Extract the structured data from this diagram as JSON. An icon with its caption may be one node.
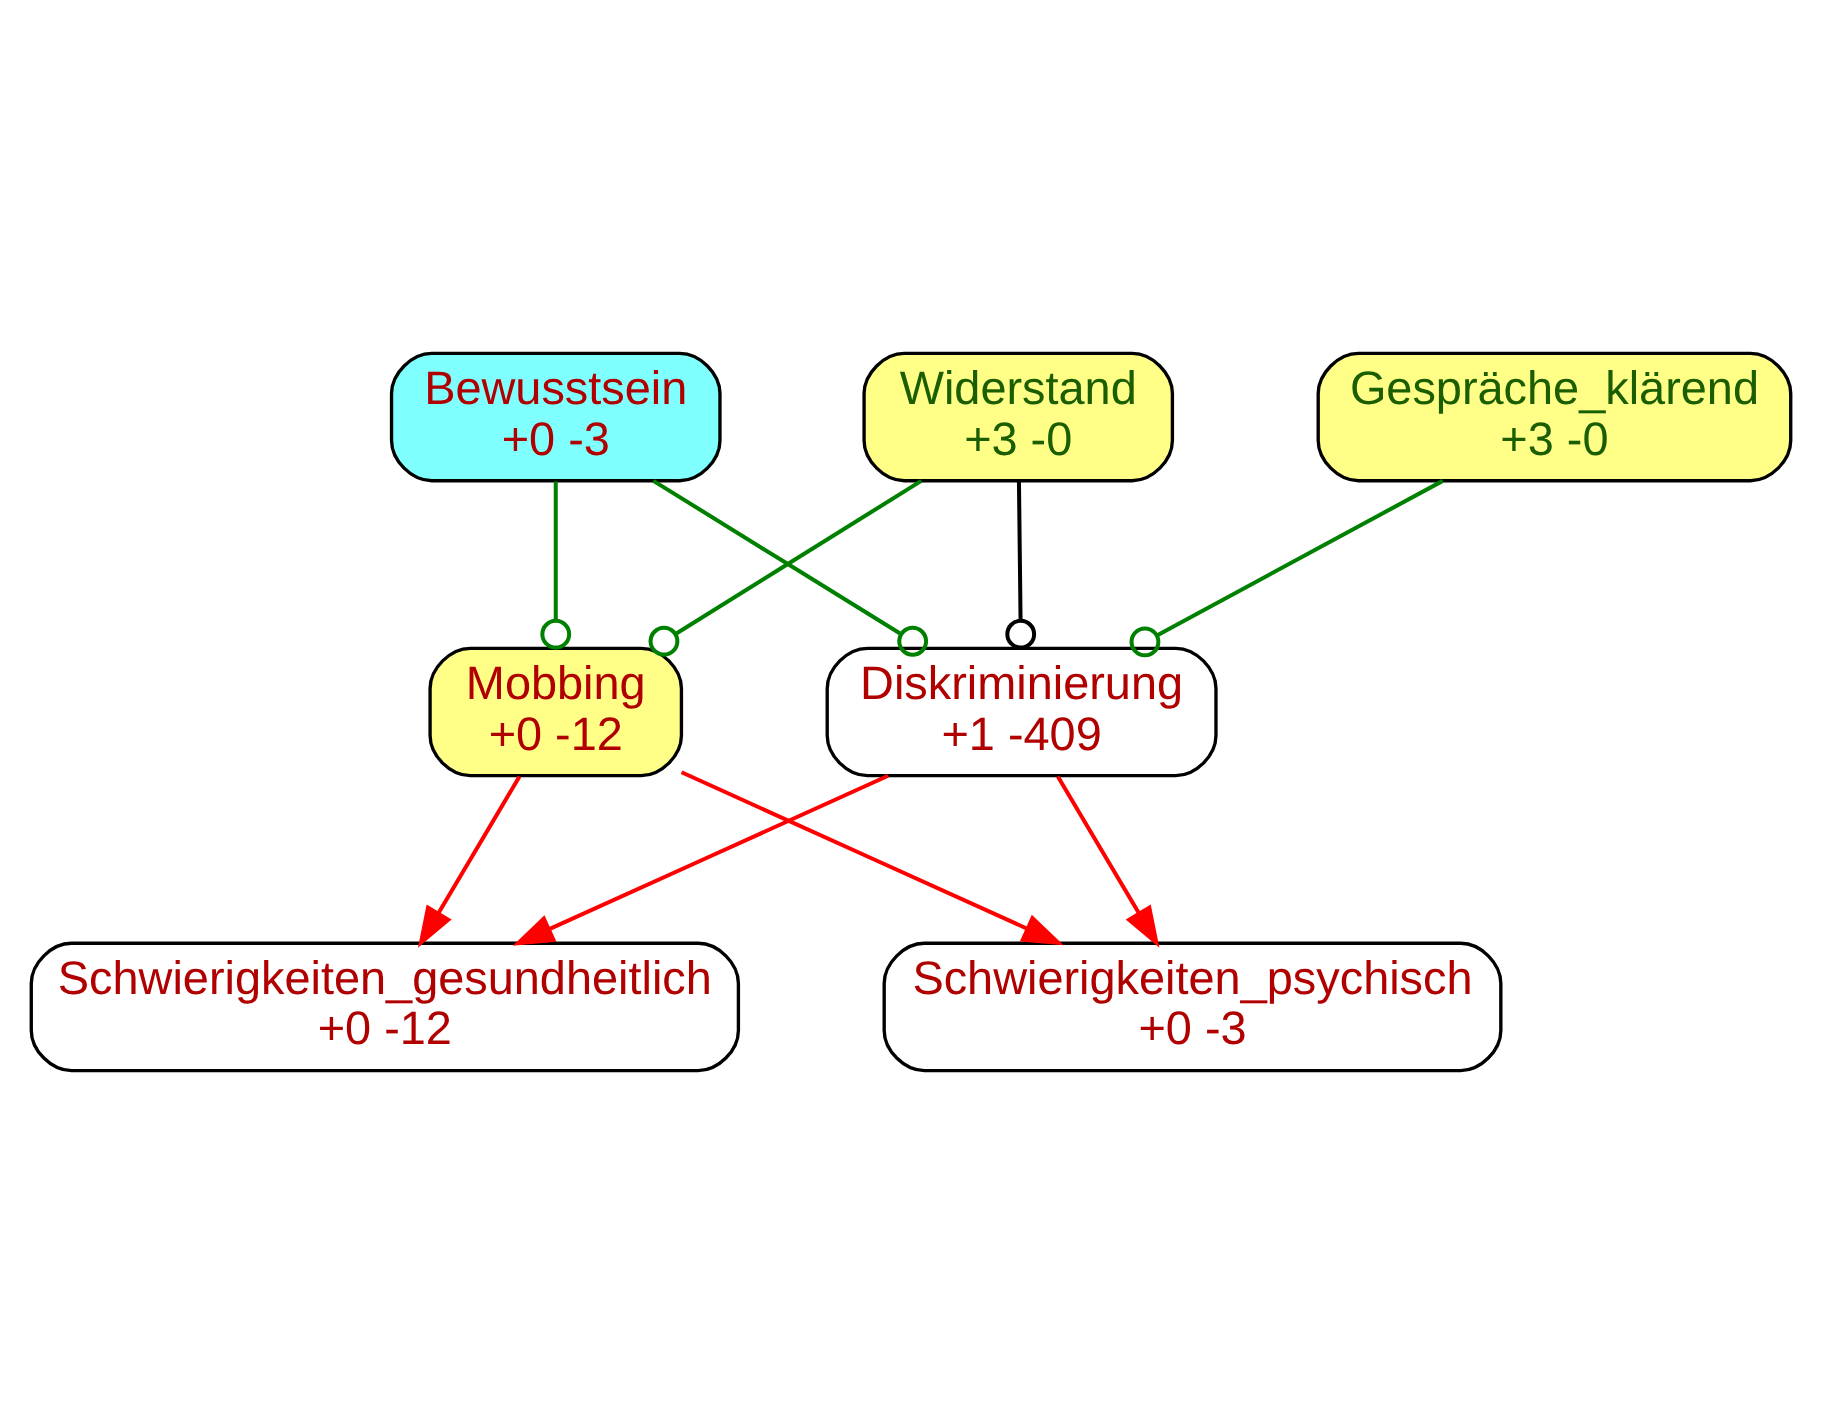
{
  "diagram": {
    "nodes": [
      {
        "text": [
          "Widerstand",
          "+3 -0"
        ]
      },
      {
        "text": [
          "Mobbing",
          "+0 -12"
        ]
      },
      {
        "text": [
          "Schwierigkeiten_gesundheitlich",
          "+0 -12"
        ]
      },
      {
        "text": [
          "Bewusstsein",
          "+0 -3"
        ]
      },
      {
        "text": [
          "Diskriminierung",
          "+1 -409"
        ]
      },
      {
        "text": [
          "Schwierigkeiten_psychisch",
          "+0 -3"
        ]
      },
      {
        "text": [
          "Gespräche_klärend",
          "+3 -0"
        ]
      }
    ],
    "edges": [
      {
        "from": 0,
        "to": 1,
        "arrow": "other",
        "color": "#008000"
      },
      {
        "from": 1,
        "to": 2,
        "arrow": "to",
        "color": "#ff0000"
      },
      {
        "from": 1,
        "to": 5,
        "arrow": "to",
        "color": "#ff0000"
      },
      {
        "from": 3,
        "to": 1,
        "arrow": "other",
        "color": "#008000"
      },
      {
        "from": 0,
        "to": 4,
        "arrow": "other",
        "color": "#000000"
      },
      {
        "from": 3,
        "to": 4,
        "arrow": "other",
        "color": "#008000"
      },
      {
        "from": 4,
        "to": 2,
        "arrow": "to",
        "color": "#ff0000"
      },
      {
        "from": 4,
        "to": 5,
        "arrow": "to",
        "color": "#ff0000"
      },
      {
        "from": 6,
        "to": 4,
        "arrow": "other",
        "color": "#008000"
      }
    ]
  }
}
